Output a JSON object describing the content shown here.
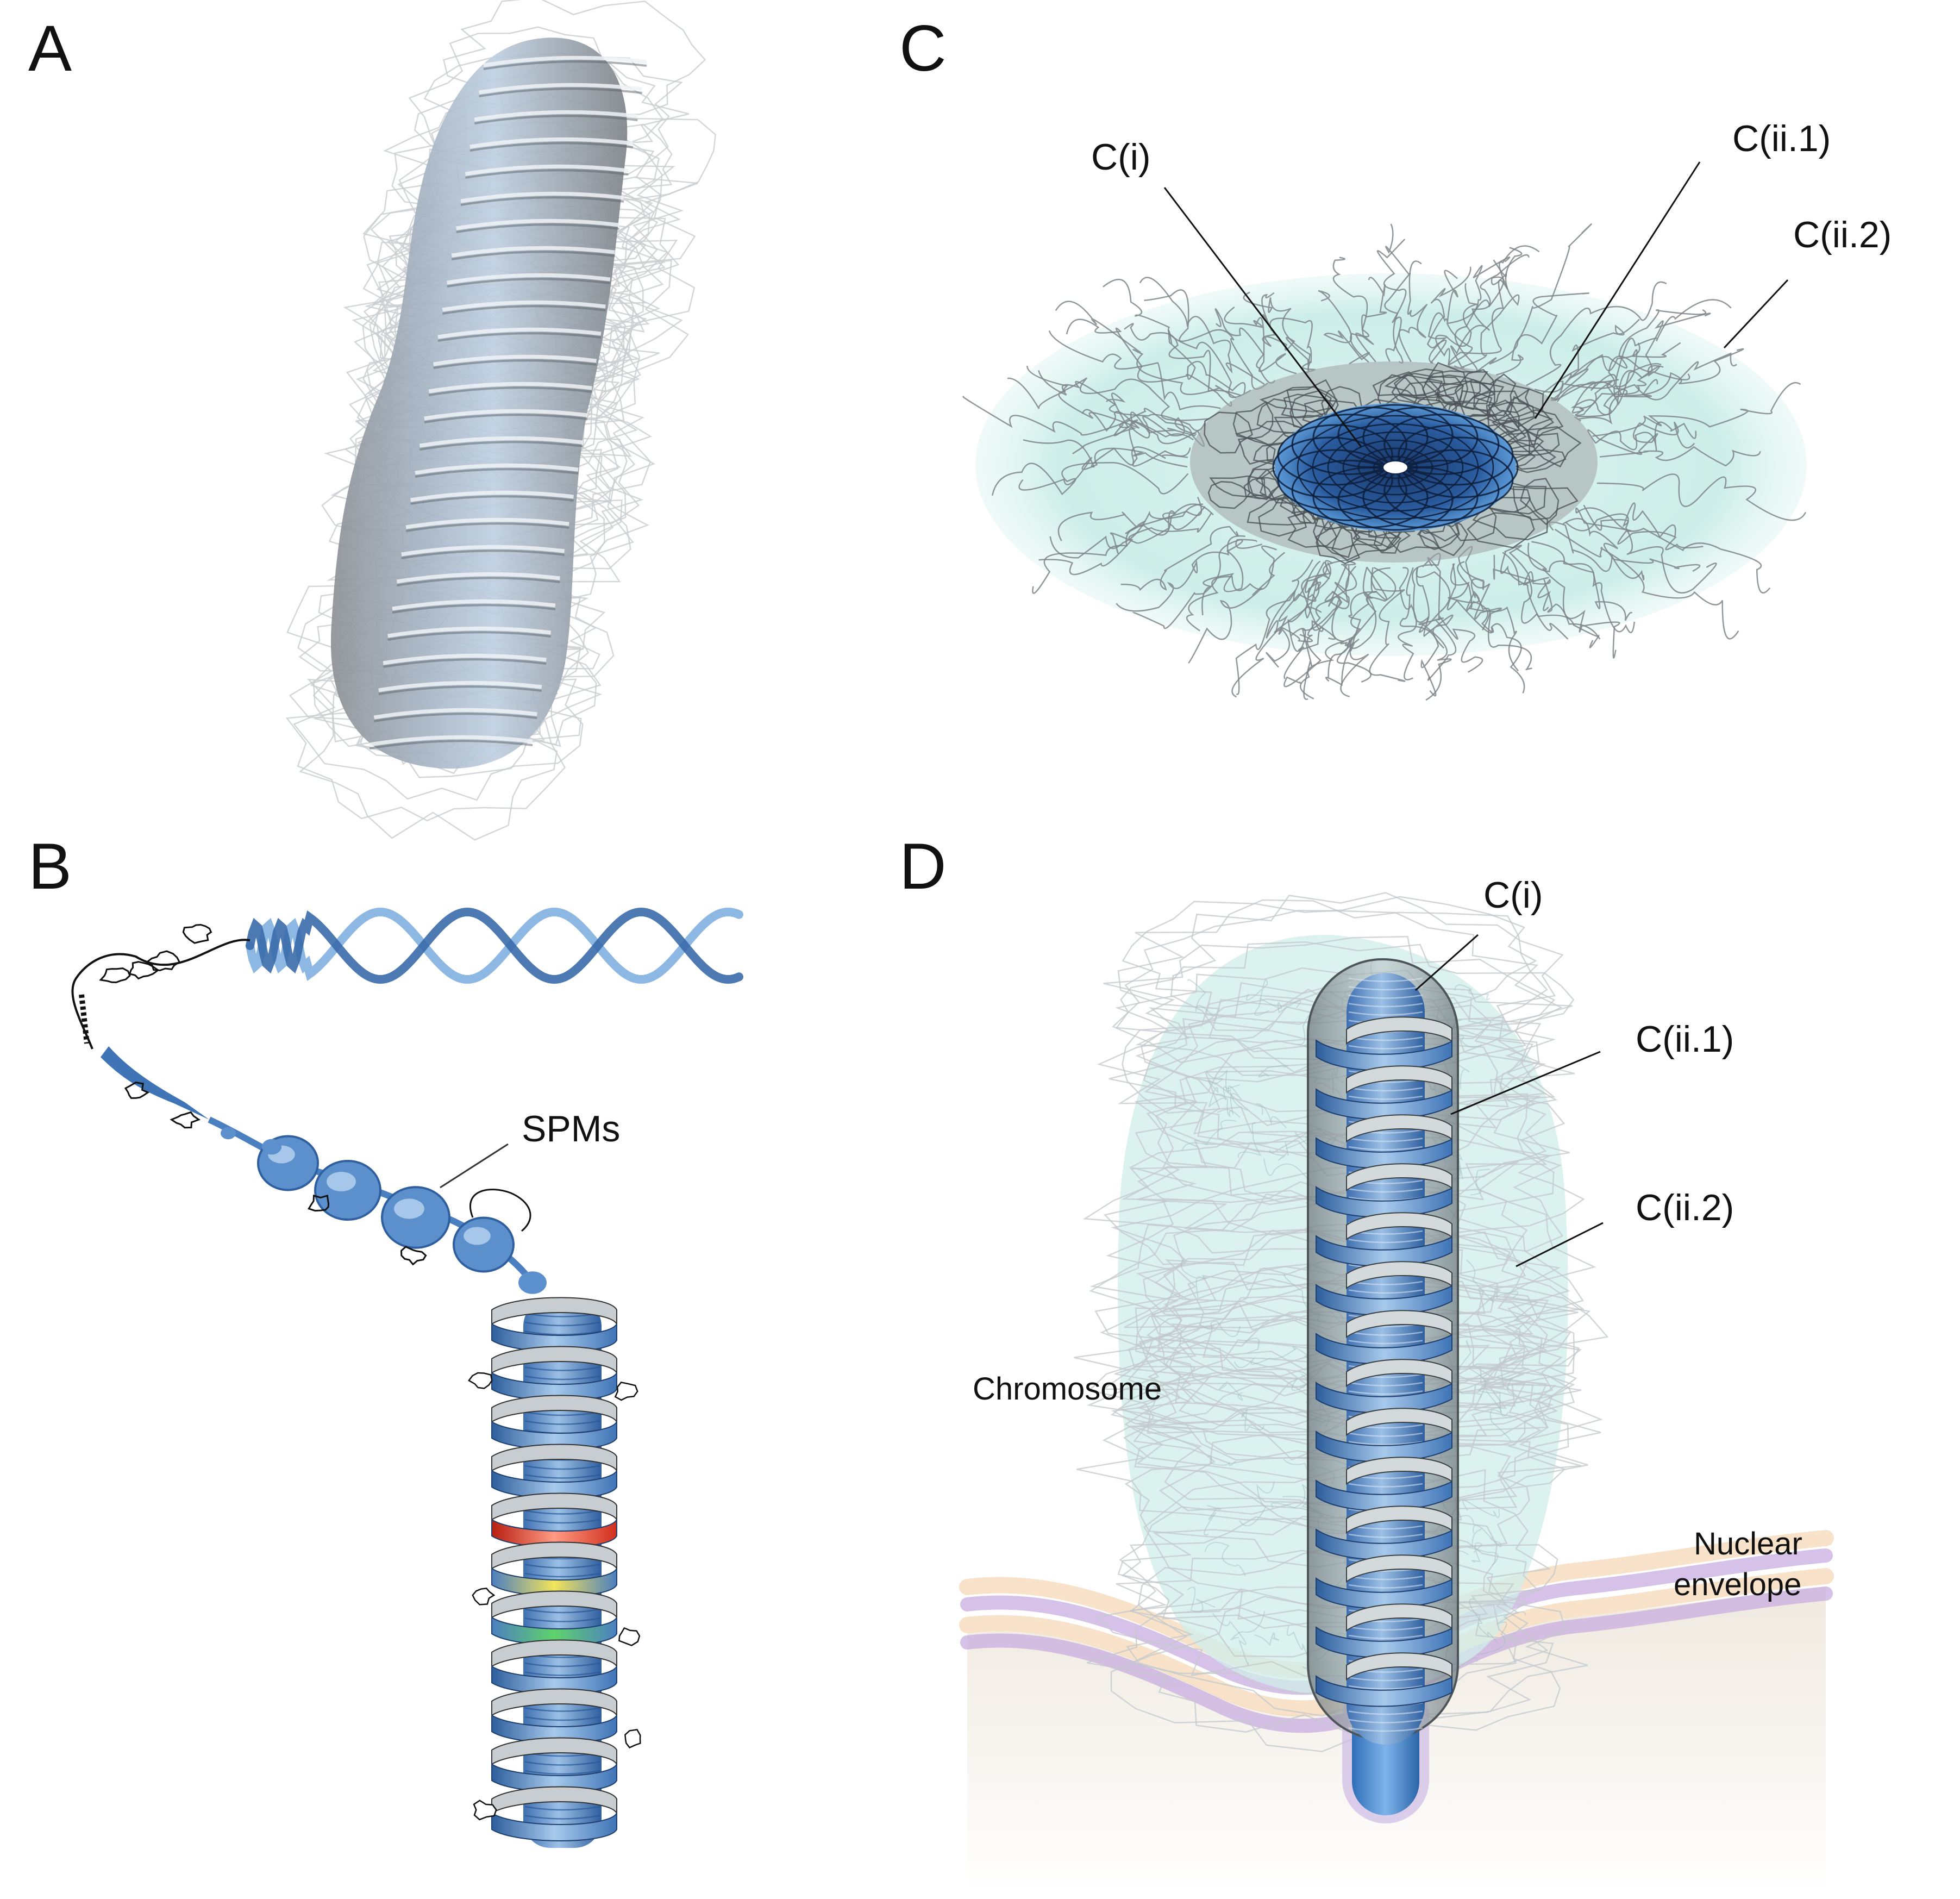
{
  "panels": {
    "a": {
      "letter": "A"
    },
    "b": {
      "letter": "B",
      "label_spms": "SPMs"
    },
    "c": {
      "letter": "C",
      "label_ci": "C(i)",
      "label_cii1": "C(ii.1)",
      "label_cii2": "C(ii.2)"
    },
    "d": {
      "letter": "D",
      "label_ci": "C(i)",
      "label_cii1": "C(ii.1)",
      "label_cii2": "C(ii.2)",
      "label_chromosome": "Chromosome",
      "label_nuclear": "Nuclear",
      "label_envelope": "envelope"
    }
  },
  "colors": {
    "core_blue": "#2f6fb8",
    "light_blue": "#a9c6e6",
    "ribbon_blue": "#4f8ccc",
    "halo_cyan": "#c6ece6",
    "grey_zone": "#9aa0a3",
    "chromatin_grey": "#8a8f93",
    "membrane_purple": "#c8aee0",
    "membrane_orange": "#f0c28a",
    "band_red": "#e0301e",
    "band_yellow": "#e2cf1c",
    "band_green": "#28a845"
  }
}
